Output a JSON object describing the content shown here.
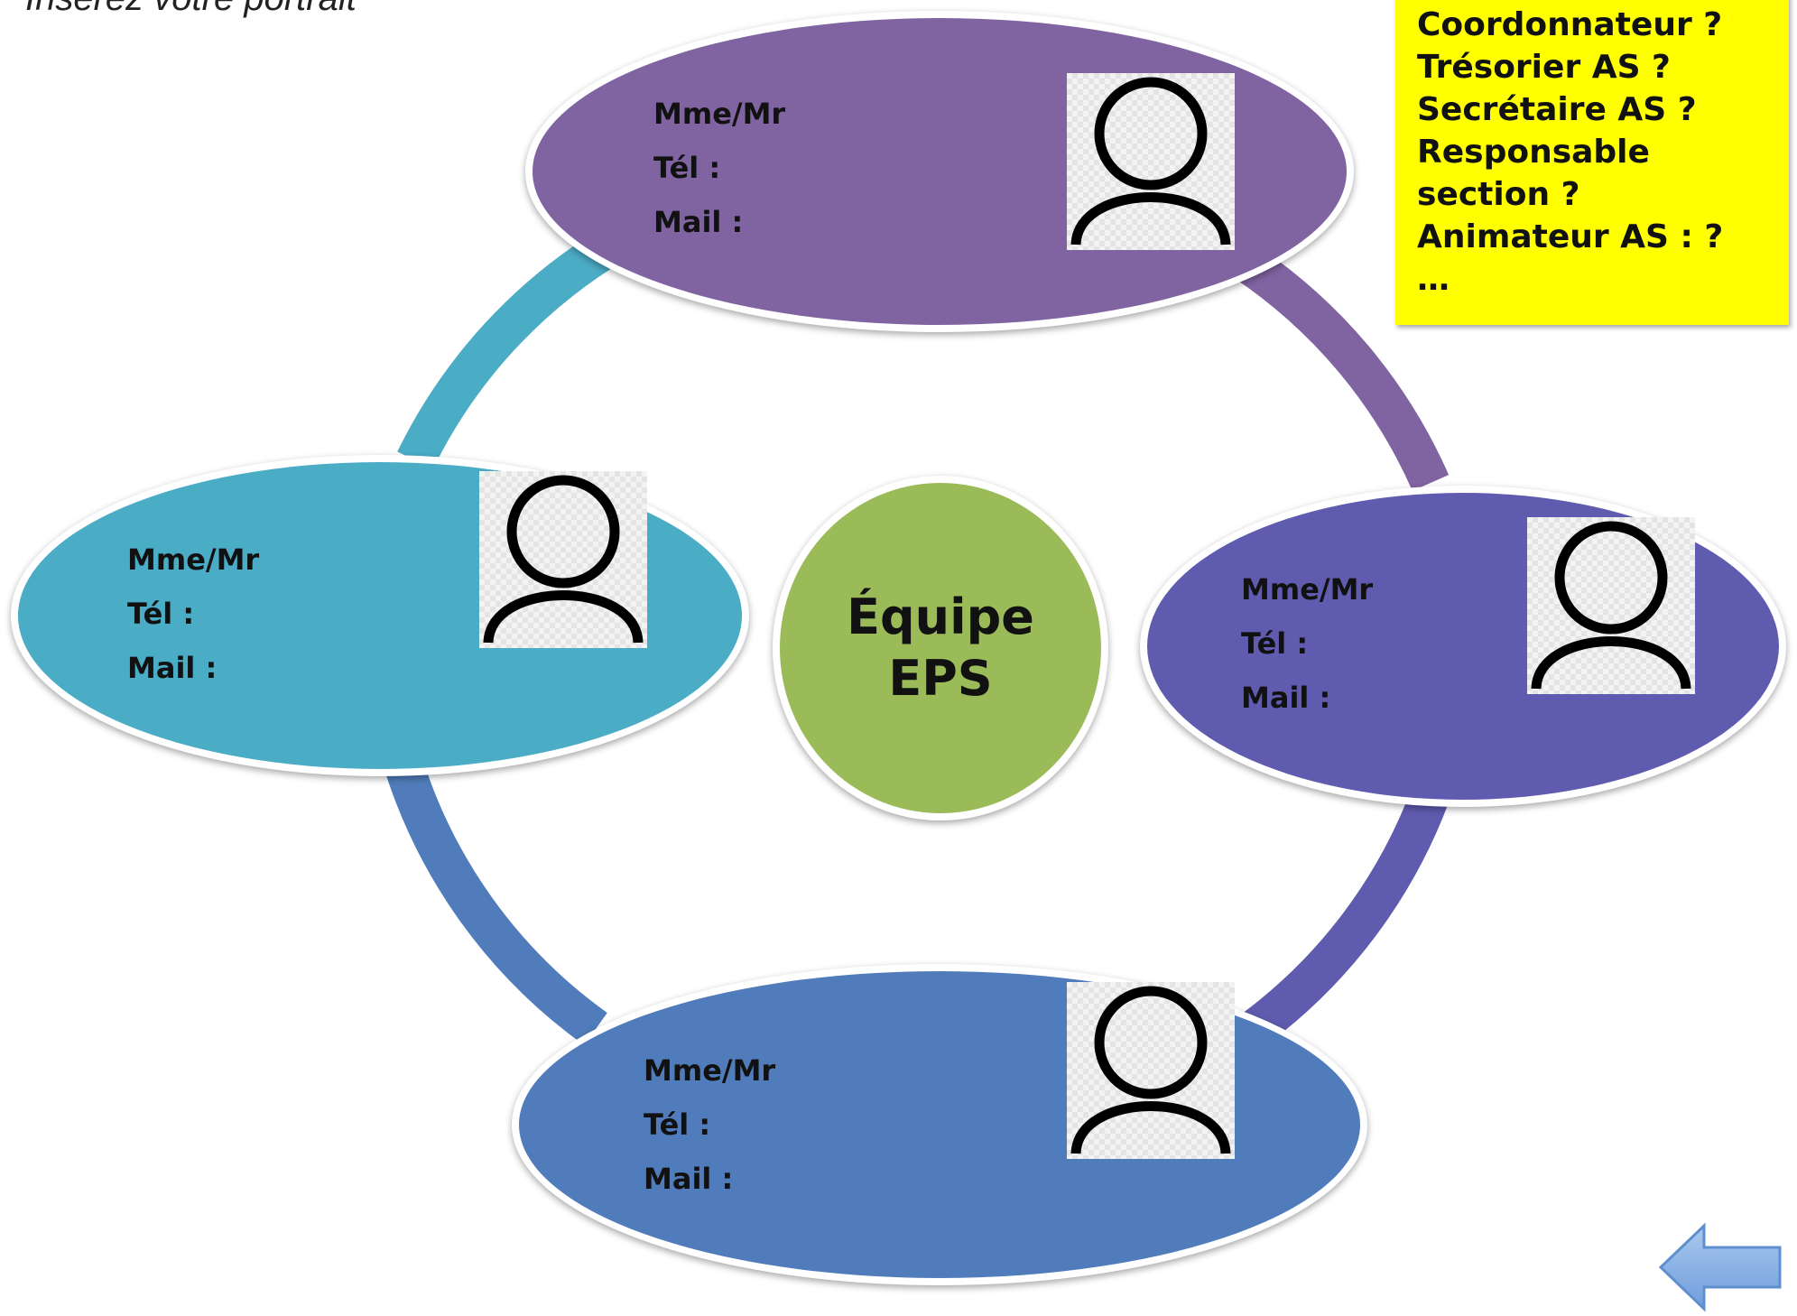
{
  "instruction": "Insérez votre portrait",
  "center": {
    "line1": "Équipe",
    "line2": "EPS"
  },
  "members": [
    {
      "id": "top",
      "civility": "Mme/Mr",
      "tel_label": "Tél :",
      "mail_label": "Mail :",
      "color": "#8064a2",
      "avatar_icon": "person-icon"
    },
    {
      "id": "left",
      "civility": "Mme/Mr",
      "tel_label": "Tél :",
      "mail_label": "Mail :",
      "color": "#4bacc6",
      "avatar_icon": "person-icon"
    },
    {
      "id": "right",
      "civility": "Mme/Mr",
      "tel_label": "Tél :",
      "mail_label": "Mail :",
      "color": "#5f5bae",
      "avatar_icon": "person-icon"
    },
    {
      "id": "bottom",
      "civility": "Mme/Mr",
      "tel_label": "Tél :",
      "mail_label": "Mail :",
      "color": "#507cbb",
      "avatar_icon": "person-icon"
    }
  ],
  "center_color": "#9bbb59",
  "roles_note": {
    "lines": [
      "Coordonnateur ?",
      "Trésorier AS ?",
      "Secrétaire AS ?",
      "Responsable",
      "section ?",
      "Animateur AS : ?",
      "…"
    ],
    "color": "#ffff00"
  },
  "nav": {
    "back_icon": "arrow-left-icon"
  }
}
